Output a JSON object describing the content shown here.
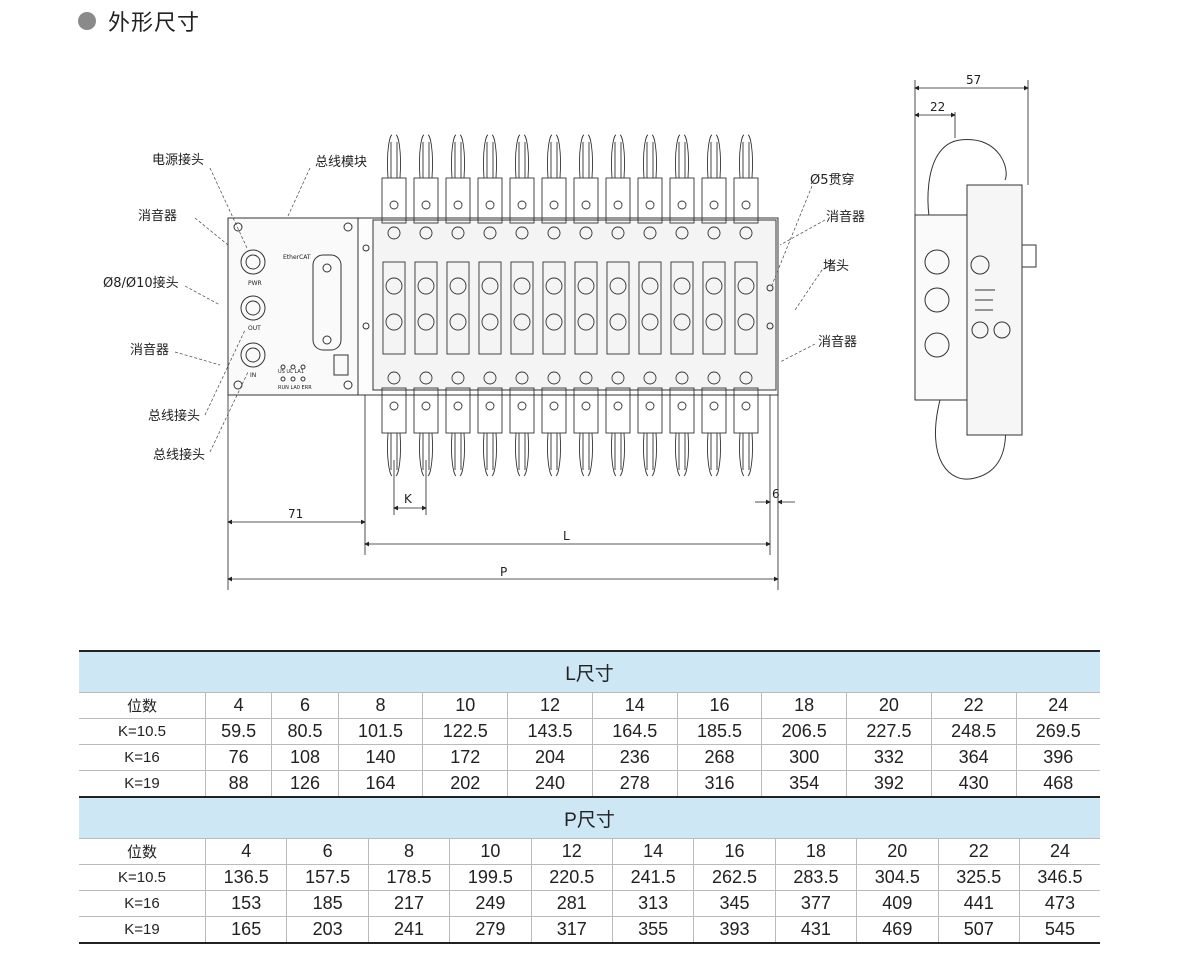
{
  "heading": "外形尺寸",
  "labels": {
    "power_connector": "电源接头",
    "bus_module": "总线模块",
    "muffler_1": "消音器",
    "fitting": "Ø8/Ø10接头",
    "muffler_2": "消音器",
    "bus_connector_1": "总线接头",
    "bus_connector_2": "总线接头",
    "through_hole": "Ø5贯穿",
    "muffler_right_1": "消音器",
    "plug": "堵头",
    "muffler_right_2": "消音器",
    "ethercat": "EtherCAT",
    "pwr": "PWR",
    "out": "OUT",
    "in": "IN",
    "led_top": "US  UL  LA1",
    "led_bottom": "RUN LA0 ERR"
  },
  "dimensions": {
    "d71": "71",
    "K": "K",
    "L": "L",
    "P": "P",
    "d6": "6",
    "d57": "57",
    "d22": "22"
  },
  "tables": [
    {
      "caption": "L尺寸",
      "header_label": "位数",
      "columns": [
        "4",
        "6",
        "8",
        "10",
        "12",
        "14",
        "16",
        "18",
        "20",
        "22",
        "24"
      ],
      "rows": [
        {
          "label": "K=10.5",
          "values": [
            "59.5",
            "80.5",
            "101.5",
            "122.5",
            "143.5",
            "164.5",
            "185.5",
            "206.5",
            "227.5",
            "248.5",
            "269.5"
          ]
        },
        {
          "label": "K=16",
          "values": [
            "76",
            "108",
            "140",
            "172",
            "204",
            "236",
            "268",
            "300",
            "332",
            "364",
            "396"
          ]
        },
        {
          "label": "K=19",
          "values": [
            "88",
            "126",
            "164",
            "202",
            "240",
            "278",
            "316",
            "354",
            "392",
            "430",
            "468"
          ]
        }
      ]
    },
    {
      "caption": "P尺寸",
      "header_label": "位数",
      "columns": [
        "4",
        "6",
        "8",
        "10",
        "12",
        "14",
        "16",
        "18",
        "20",
        "22",
        "24"
      ],
      "rows": [
        {
          "label": "K=10.5",
          "values": [
            "136.5",
            "157.5",
            "178.5",
            "199.5",
            "220.5",
            "241.5",
            "262.5",
            "283.5",
            "304.5",
            "325.5",
            "346.5"
          ]
        },
        {
          "label": "K=16",
          "values": [
            "153",
            "185",
            "217",
            "249",
            "281",
            "313",
            "345",
            "377",
            "409",
            "441",
            "473"
          ]
        },
        {
          "label": "K=19",
          "values": [
            "165",
            "203",
            "241",
            "279",
            "317",
            "355",
            "393",
            "431",
            "469",
            "507",
            "545"
          ]
        }
      ]
    }
  ],
  "colors": {
    "caption_bg": "#cde8f4",
    "bullet": "#8a8a8a"
  }
}
